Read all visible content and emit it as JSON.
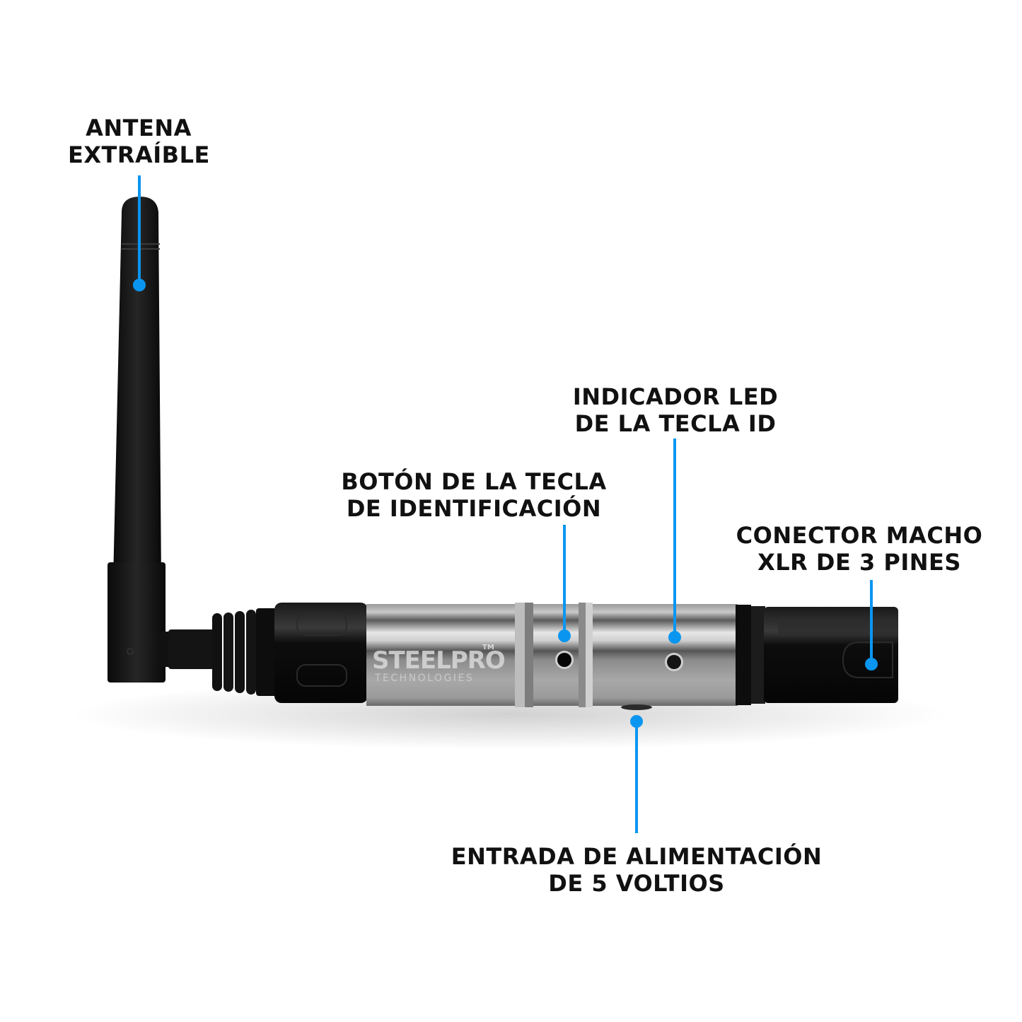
{
  "diagram": {
    "type": "product-callout",
    "accent_color": "#0a96f0",
    "brand": {
      "name": "STEELPRO",
      "trademark": "TM",
      "subtitle": "TECHNOLOGIES"
    },
    "callouts": [
      {
        "id": "antenna",
        "line1": "ANTENA",
        "line2": "EXTRAÍBLE"
      },
      {
        "id": "id-button",
        "line1": "BOTÓN DE LA TECLA",
        "line2": "DE IDENTIFICACIÓN"
      },
      {
        "id": "led",
        "line1": "INDICADOR LED",
        "line2": "DE LA TECLA ID"
      },
      {
        "id": "xlr",
        "line1": "CONECTOR MACHO",
        "line2": "XLR DE 3 PINES"
      },
      {
        "id": "power",
        "line1": "ENTRADA DE ALIMENTACIÓN",
        "line2": "DE 5 VOLTIOS"
      }
    ]
  }
}
